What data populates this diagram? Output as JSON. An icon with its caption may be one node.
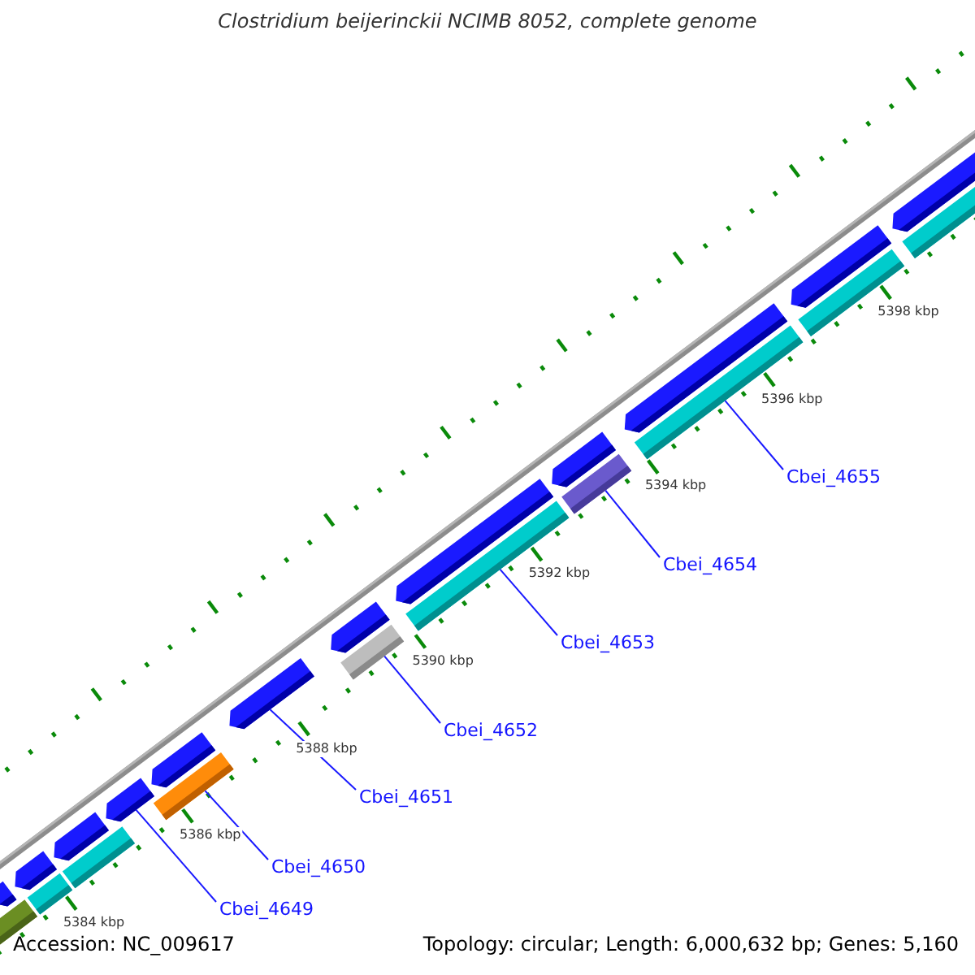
{
  "diagram": {
    "title": "Clostridium beijerinckii NCIMB 8052, complete genome",
    "nodes": [
      {
        "text": [
          "Cbei_4649"
        ]
      },
      {
        "text": [
          "Cbei_4650"
        ]
      },
      {
        "text": [
          "Cbei_4651"
        ]
      },
      {
        "text": [
          "Cbei_4652"
        ]
      },
      {
        "text": [
          "Cbei_4653"
        ]
      },
      {
        "text": [
          "Cbei_4654"
        ]
      },
      {
        "text": [
          "Cbei_4655"
        ]
      },
      {
        "text": [],
        "shape": "pentagon"
      },
      {
        "text": [],
        "shape": "bar"
      },
      {
        "text": [],
        "shape": "pentagon"
      },
      {
        "text": [],
        "shape": "bar"
      },
      {
        "text": [],
        "shape": "bar"
      },
      {
        "text": [],
        "shape": "pentagon"
      },
      {
        "text": [],
        "shape": "pentagon"
      },
      {
        "text": [],
        "shape": "bar"
      },
      {
        "text": [],
        "shape": "pentagon"
      },
      {
        "text": [],
        "shape": "pentagon"
      },
      {
        "text": [],
        "shape": "pentagon"
      },
      {
        "text": [],
        "shape": "bar"
      },
      {
        "text": [],
        "shape": "pentagon"
      },
      {
        "text": [],
        "shape": "bar"
      },
      {
        "text": [],
        "shape": "pentagon"
      },
      {
        "text": [],
        "shape": "bar"
      },
      {
        "text": [],
        "shape": "pentagon"
      },
      {
        "text": [],
        "shape": "bar"
      },
      {
        "text": [],
        "shape": "pentagon"
      },
      {
        "text": [],
        "shape": "bar"
      },
      {
        "text": [],
        "shape": "pentagon"
      },
      {
        "text": [],
        "shape": "bar"
      }
    ],
    "edges": [
      {
        "from": 0,
        "to": 13,
        "arrow": "none"
      },
      {
        "from": 1,
        "to": 14,
        "arrow": "none"
      },
      {
        "from": 2,
        "to": 16,
        "arrow": "none"
      },
      {
        "from": 3,
        "to": 18,
        "arrow": "none"
      },
      {
        "from": 4,
        "to": 20,
        "arrow": "none"
      },
      {
        "from": 5,
        "to": 22,
        "arrow": "none"
      },
      {
        "from": 6,
        "to": 24,
        "arrow": "none"
      }
    ],
    "labels": [
      "5398 kbp",
      "5396 kbp",
      "5394 kbp",
      "5392 kbp",
      "5390 kbp",
      "5388 kbp",
      "5386 kbp",
      "5384 kbp",
      "Accession: NC_009617",
      "Topology: circular; Length: 6,000,632 bp; Genes: 5,160"
    ]
  }
}
